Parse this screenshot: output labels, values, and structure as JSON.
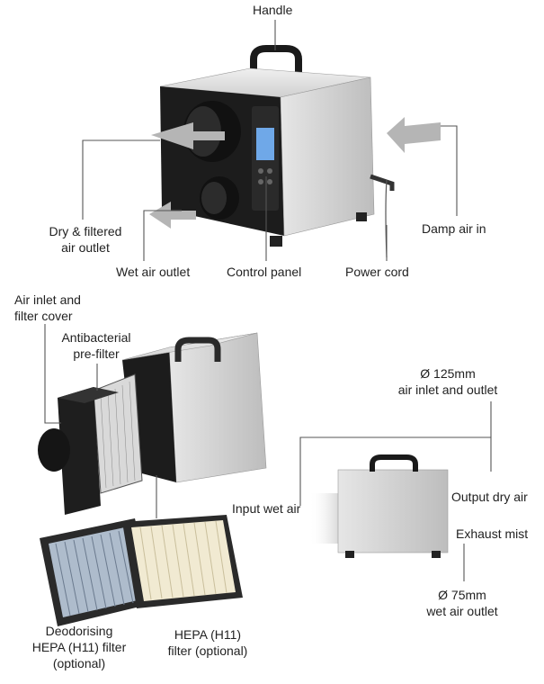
{
  "labels": {
    "handle": "Handle",
    "dry_outlet_1": "Dry & filtered",
    "dry_outlet_2": "air outlet",
    "wet_outlet": "Wet air outlet",
    "control_panel": "Control panel",
    "power_cord": "Power cord",
    "damp_air_in": "Damp air in",
    "inlet_cover_1": "Air inlet and",
    "inlet_cover_2": "filter cover",
    "prefilter_1": "Antibacterial",
    "prefilter_2": "pre-filter",
    "diam125_1": "Ø 125mm",
    "diam125_2": "air inlet and outlet",
    "input_wet": "Input wet air",
    "output_dry": "Output dry air",
    "exhaust": "Exhaust mist",
    "diam75_1": "Ø 75mm",
    "diam75_2": "wet air outlet",
    "deod_1": "Deodorising",
    "deod_2": "HEPA (H11) filter",
    "deod_3": "(optional)",
    "hepa_1": "HEPA (H11)",
    "hepa_2": "filter (optional)"
  },
  "colors": {
    "body_silver": "#d4d4d4",
    "panel_black": "#1c1c1c",
    "arrow_grey": "#b5b5b5",
    "line_grey": "#555555",
    "display_blue": "#6fa8e8"
  }
}
